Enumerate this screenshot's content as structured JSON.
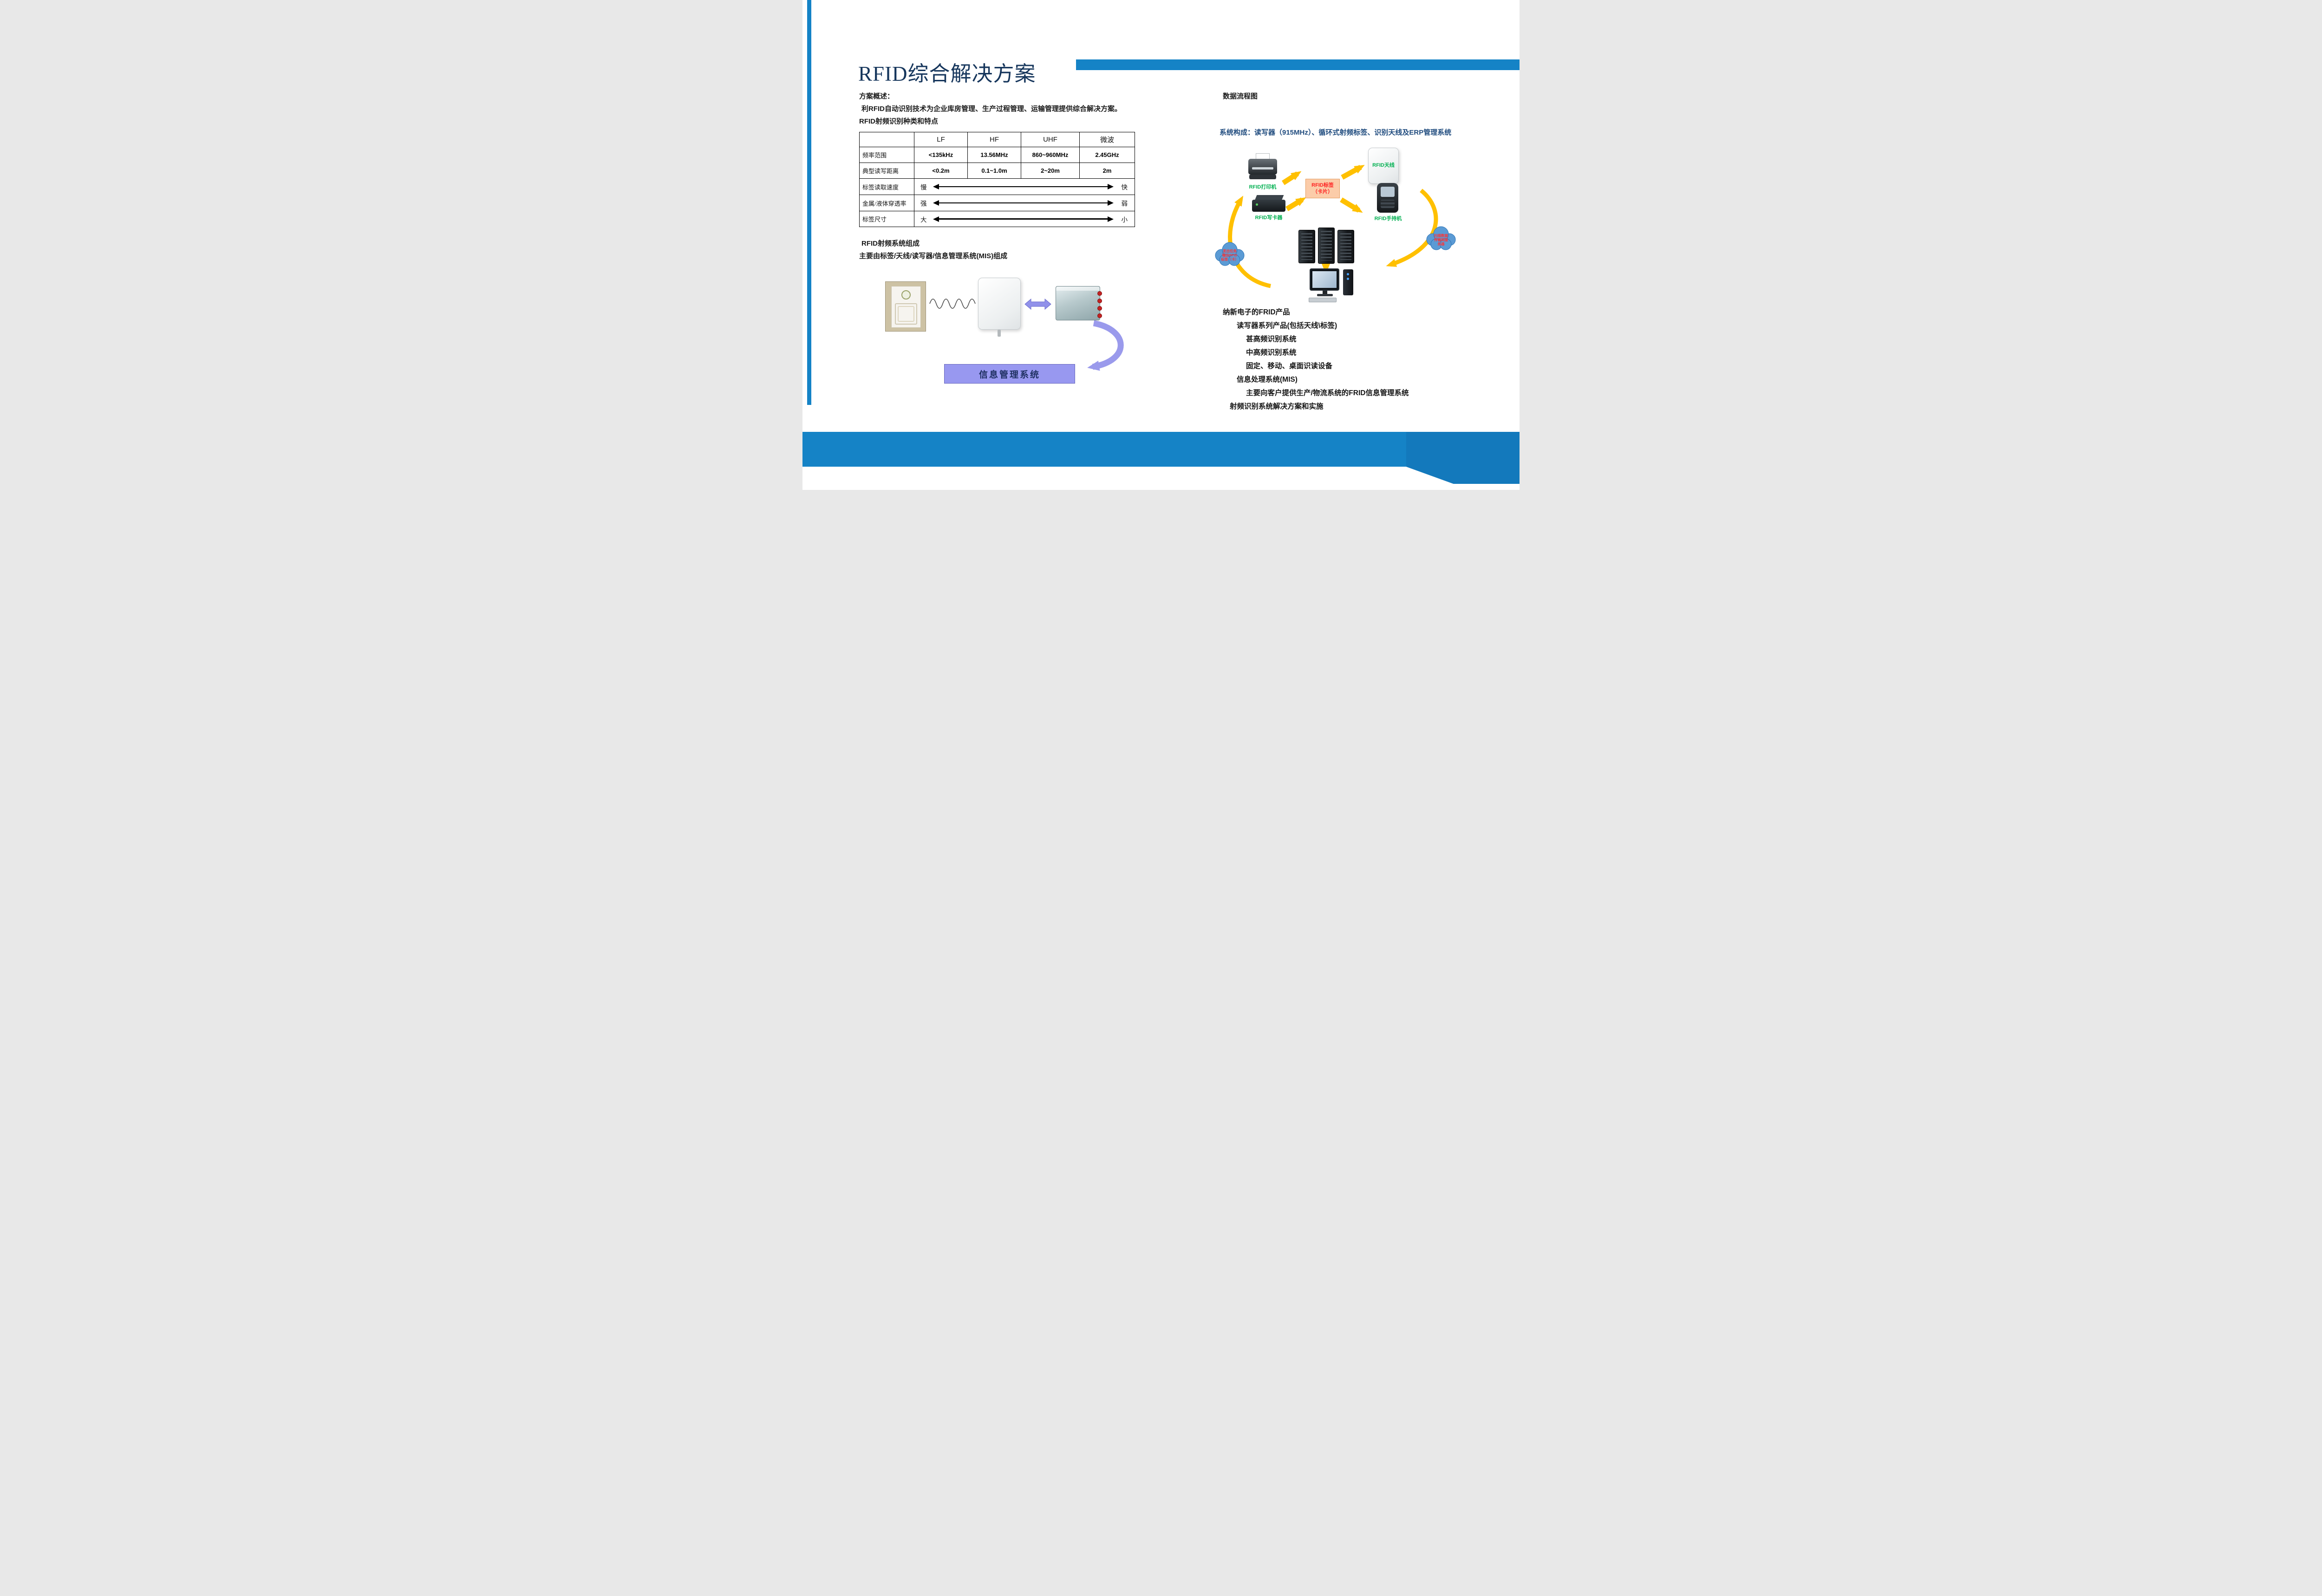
{
  "page": {
    "title": "RFID综合解决方案"
  },
  "left": {
    "overview_heading": "方案概述：",
    "overview_body": "利RFID自动识别技术为企业库房管理、生产过程管理、运输管理提供综合解决方案。",
    "table_heading": "RFID射频识别种类和特点",
    "table": {
      "col_headers": [
        "LF",
        "HF",
        "UHF",
        "微波"
      ],
      "row_labels": [
        "频率范围",
        "典型读写距离",
        "标签读取速度",
        "金属/液体穿透率",
        "标签尺寸"
      ],
      "freq_values": [
        "<135kHz",
        "13.56MHz",
        "860~960MHz",
        "2.45GHz"
      ],
      "distance_values": [
        "<0.2m",
        "0.1~1.0m",
        "2~20m",
        "2m"
      ],
      "speed_scale": {
        "left": "慢",
        "right": "快"
      },
      "penetration_scale": {
        "left": "强",
        "right": "弱"
      },
      "size_scale": {
        "left": "大",
        "right": "小"
      }
    },
    "system_heading": "RFID射频系统组成",
    "system_body": "主要由标签/天线/读写器/信息管理系统(MIS)组成",
    "mis_box_label": "信息管理系统"
  },
  "right": {
    "flow_heading": "数据流程图",
    "system_line": "系统构成：读写器（915MHz）、循环式射频标签、识别天线及ERP管理系统",
    "diagram": {
      "printer_label": "RFID打印机",
      "writer_label": "RFID写卡器",
      "antenna_label": "RFID天线",
      "handheld_label": "RFID手持机",
      "tag_box_line1": "RFID标签",
      "tag_box_line2": "（卡片）",
      "cloud_left_lines": [
        "发出任务",
        "输出RFID",
        "标签（卡）"
      ],
      "cloud_right_lines": [
        "扫描数据",
        "传输到服",
        "务器"
      ]
    },
    "products": [
      {
        "label": "纳新电子的FRID产品"
      },
      {
        "label": "读写器系列产品(包括天线\\标签)"
      },
      {
        "label": "甚高频识别系统"
      },
      {
        "label": "中高频识别系统"
      },
      {
        "label": "固定、移动、桌面识读设备"
      },
      {
        "label": "信息处理系统(MIS)"
      },
      {
        "label": "主要向客户提供生产/物流系统的FRID信息管理系统"
      },
      {
        "label": "射频识别系统解决方案和实施"
      }
    ]
  },
  "colors": {
    "accent_blue": "#1583C6",
    "mis_box_fill": "#9898F0",
    "tag_box_fill": "#FBCCA9",
    "device_label_green": "#00B050",
    "arrow_yellow": "#FFC000",
    "cloud_blue": "#5B9BD5",
    "title_navy": "#16365C"
  }
}
